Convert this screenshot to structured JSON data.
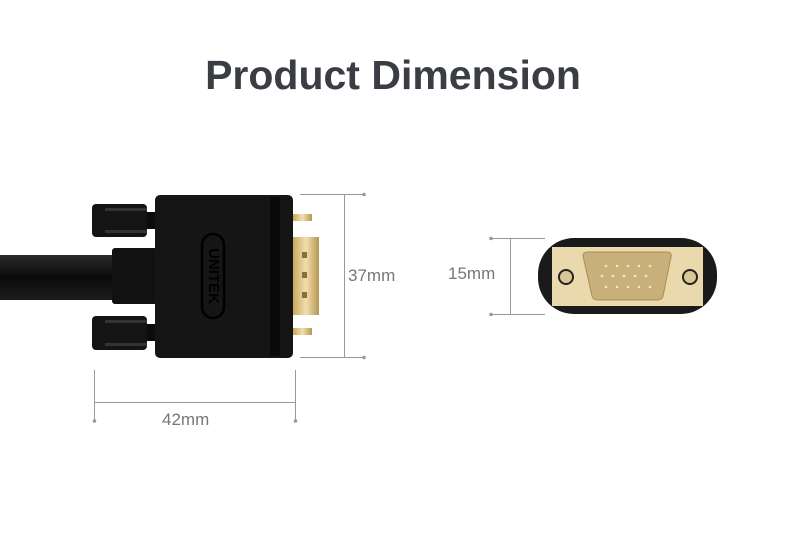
{
  "title": "Product Dimension",
  "brand_logo": "UNITEK",
  "dimensions": {
    "height": "37mm",
    "length": "42mm",
    "front_height": "15mm"
  },
  "colors": {
    "connector_body": "#141414",
    "gold": "#e8d6a8",
    "dimension_line": "#999999",
    "title": "#3a3d44"
  }
}
